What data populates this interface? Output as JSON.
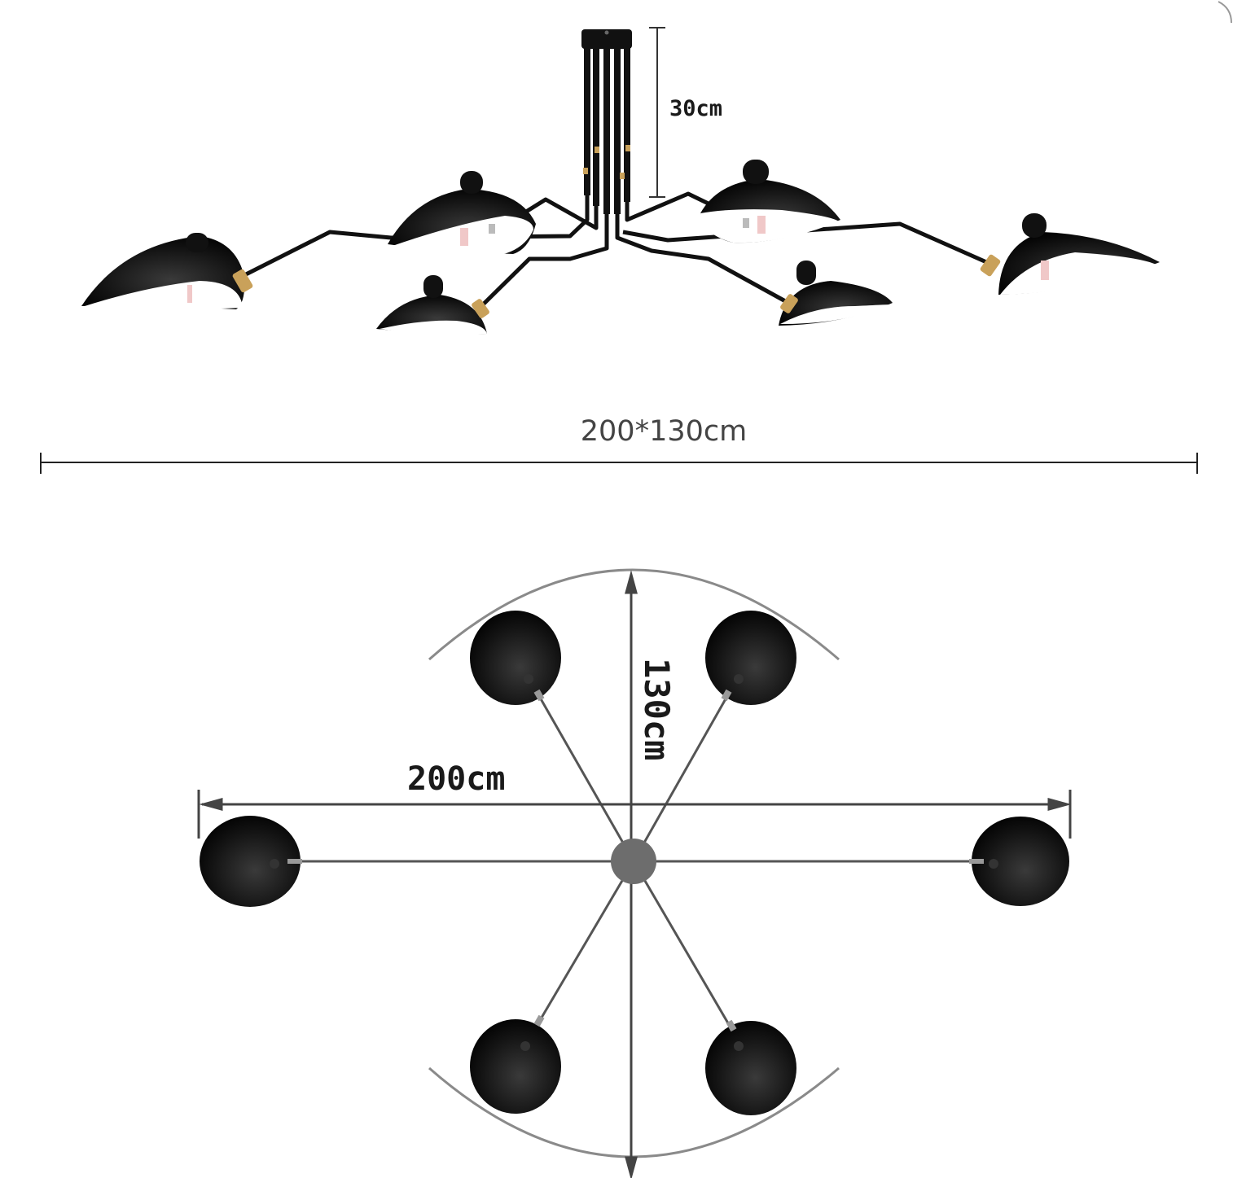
{
  "labels": {
    "canopy_height": "30cm",
    "overall_size": "200*130cm",
    "width": "200cm",
    "depth": "130cm"
  },
  "colors": {
    "shade_black": "#111111",
    "shade_inner": "#ffffff",
    "brass": "#c9a15a",
    "dimension_line": "#333333",
    "plan_hub": "#6d6d6d",
    "plan_arc": "#8a8a8a"
  },
  "fixture": {
    "arms": 6
  }
}
